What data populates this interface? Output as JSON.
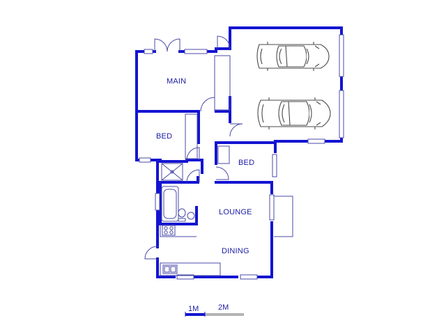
{
  "rooms": {
    "main": "MAIN",
    "bed_1": "BED",
    "bed_2": "BED",
    "lounge": "LOUNGE",
    "dining": "DINING"
  },
  "scale": {
    "label_1": "1M",
    "label_2": "2M"
  },
  "colors": {
    "wall": "#1414d2",
    "thin_line": "#4a4aa8",
    "label": "#1a1aa6",
    "scale_grey": "#b4b4b4"
  }
}
